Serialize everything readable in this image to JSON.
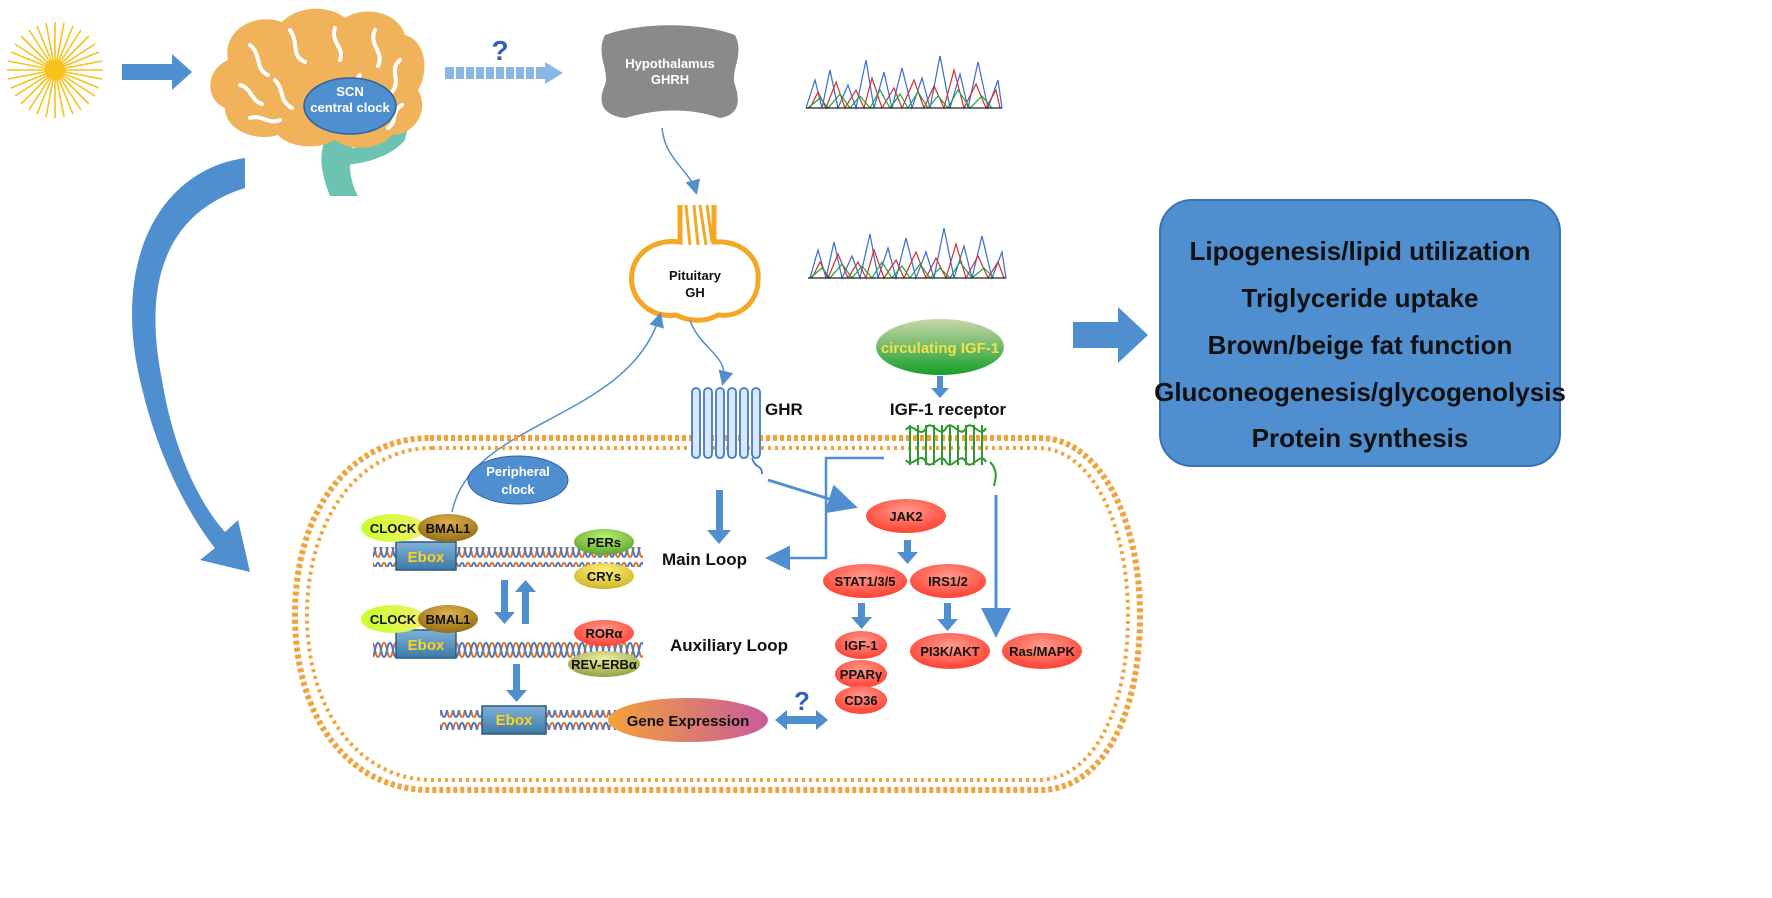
{
  "colors": {
    "arrow_blue": "#4f8fd0",
    "cell_membrane": "#f3a23a",
    "sun": "#f6c21b",
    "brain": "#f0b25a",
    "brain_stem": "#6cc3b2",
    "scn_oval": "#4f8fd0",
    "hypothalamus": "#8a8a8a",
    "pituitary": "#f5a623",
    "outcome_box": "#4f8fd0",
    "igf1_fill_top": "#b9d08e",
    "igf1_fill_bottom": "#17a32a",
    "receptor_green": "#2e9a2e",
    "ghr_blue": "#3f79c9",
    "red_node": "#ff4b3c"
  },
  "labels": {
    "question_top": "?",
    "scn": "SCN",
    "central_clock": "central clock",
    "hypothalamus": "Hypothalamus",
    "ghrh": "GHRH",
    "pituitary": "Pituitary",
    "gh": "GH",
    "circulating_igf1": "circulating IGF-1",
    "igf1_receptor": "IGF-1 receptor",
    "ghr": "GHR",
    "peripheral": "Peripheral",
    "clock_word": "clock",
    "clock_1": "CLOCK",
    "bmal1_1": "BMAL1",
    "ebox_1": "Ebox",
    "pers": "PERs",
    "crys": "CRYs",
    "main_loop": "Main Loop",
    "clock_2": "CLOCK",
    "bmal1_2": "BMAL1",
    "ebox_2": "Ebox",
    "rora": "RORα",
    "reverba": "REV-ERBα",
    "auxiliary_loop": "Auxiliary Loop",
    "ebox_3": "Ebox",
    "gene_expression": "Gene Expression",
    "question_bottom": "?",
    "jak2": "JAK2",
    "stat": "STAT1/3/5",
    "irs": "IRS1/2",
    "igf1": "IGF-1",
    "pparg": "PPARγ",
    "cd36": "CD36",
    "pi3k": "PI3K/AKT",
    "ras": "Ras/MAPK"
  },
  "outcomes": [
    "Lipogenesis/lipid utilization",
    "Triglyceride uptake",
    "Brown/beige fat function",
    "Gluconeogenesis/glycogenolysis",
    "Protein synthesis"
  ]
}
